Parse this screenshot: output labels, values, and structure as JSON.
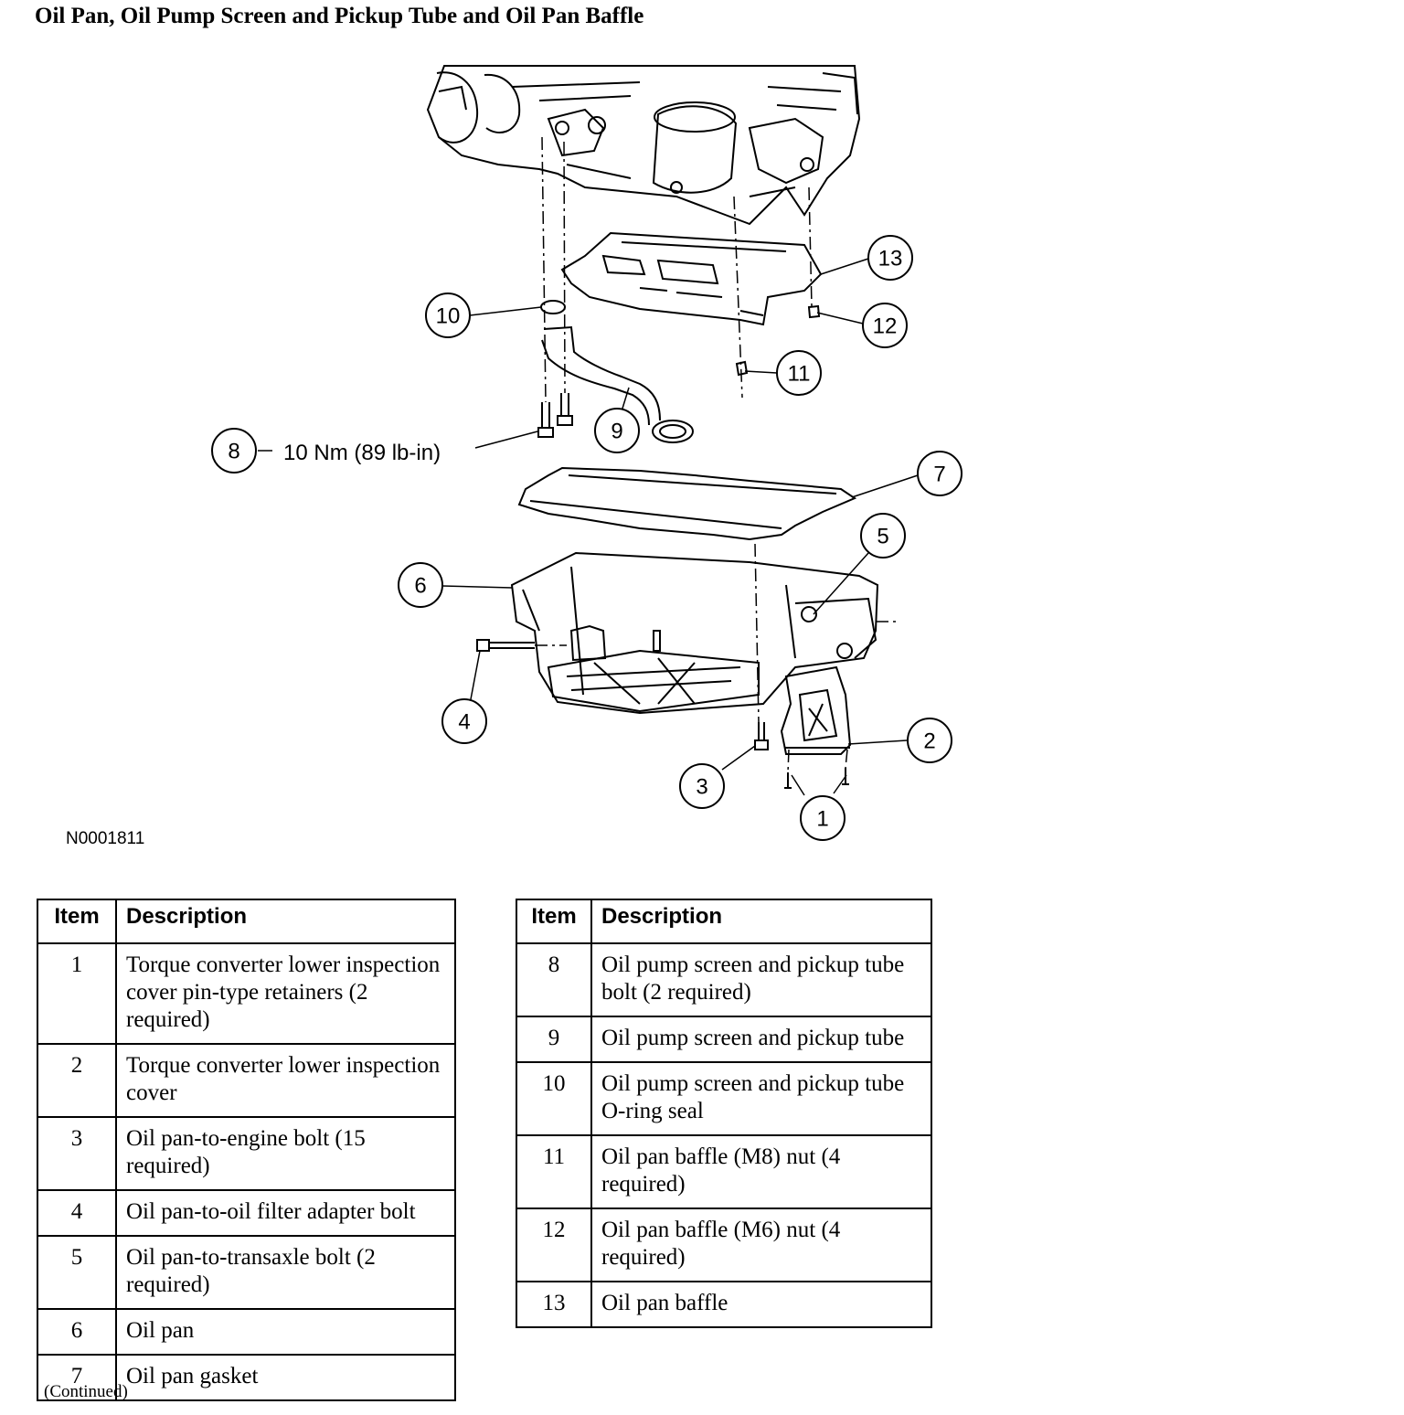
{
  "title": "Oil Pan, Oil Pump Screen and Pickup Tube and Oil Pan Baffle",
  "figure_id": "N0001811",
  "torque_spec": "10 Nm (89 lb-in)",
  "callouts": [
    "1",
    "2",
    "3",
    "4",
    "5",
    "6",
    "7",
    "8",
    "9",
    "10",
    "11",
    "12",
    "13"
  ],
  "table_headers": {
    "item": "Item",
    "description": "Description"
  },
  "table_left": [
    {
      "item": "1",
      "description": "Torque converter lower inspection cover pin-type retainers (2 required)"
    },
    {
      "item": "2",
      "description": "Torque converter lower inspection cover"
    },
    {
      "item": "3",
      "description": "Oil pan-to-engine bolt (15 required)"
    },
    {
      "item": "4",
      "description": "Oil pan-to-oil filter adapter bolt"
    },
    {
      "item": "5",
      "description": "Oil pan-to-transaxle bolt (2 required)"
    },
    {
      "item": "6",
      "description": "Oil pan"
    },
    {
      "item": "7",
      "description": "Oil pan gasket"
    }
  ],
  "table_right": [
    {
      "item": "8",
      "description": "Oil pump screen and pickup tube bolt (2 required)"
    },
    {
      "item": "9",
      "description": "Oil pump screen and pickup tube"
    },
    {
      "item": "10",
      "description": "Oil pump screen and pickup tube O-ring seal"
    },
    {
      "item": "11",
      "description": "Oil pan baffle (M8) nut (4 required)"
    },
    {
      "item": "12",
      "description": "Oil pan baffle (M6) nut (4 required)"
    },
    {
      "item": "13",
      "description": "Oil pan baffle"
    }
  ],
  "continued_note": "(Continued)"
}
